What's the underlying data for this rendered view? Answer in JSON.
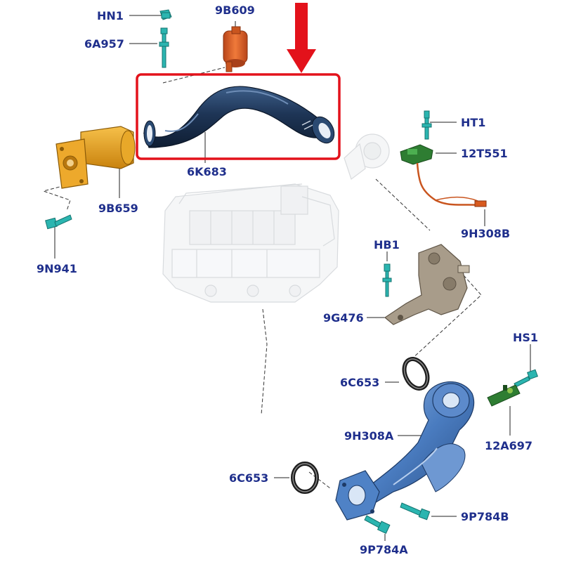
{
  "diagram": {
    "highlight_color": "#e3121b",
    "label_color": "#1f2f8c",
    "part_colors": {
      "hose": "#1e3556",
      "catalyst": "#e6a020",
      "clamp": "#d85a1e",
      "fastener": "#2bb5b0",
      "sensor": "#2e7d32",
      "bracket": "#9a8d7c",
      "manifold": "#3f6fb8",
      "engine": "#c8ccd0"
    },
    "labels": {
      "hn1": "HN1",
      "p9b609": "9B609",
      "p6a957": "6A957",
      "p6k683": "6K683",
      "ht1": "HT1",
      "p12t551": "12T551",
      "p9b659": "9B659",
      "p9h308b": "9H308B",
      "p9n941": "9N941",
      "hb1": "HB1",
      "p9g476": "9G476",
      "hs1": "HS1",
      "p6c653_upper": "6C653",
      "p9h308a": "9H308A",
      "p12a697": "12A697",
      "p6c653_lower": "6C653",
      "p9p784b": "9P784B",
      "p9p784a": "9P784A"
    }
  }
}
